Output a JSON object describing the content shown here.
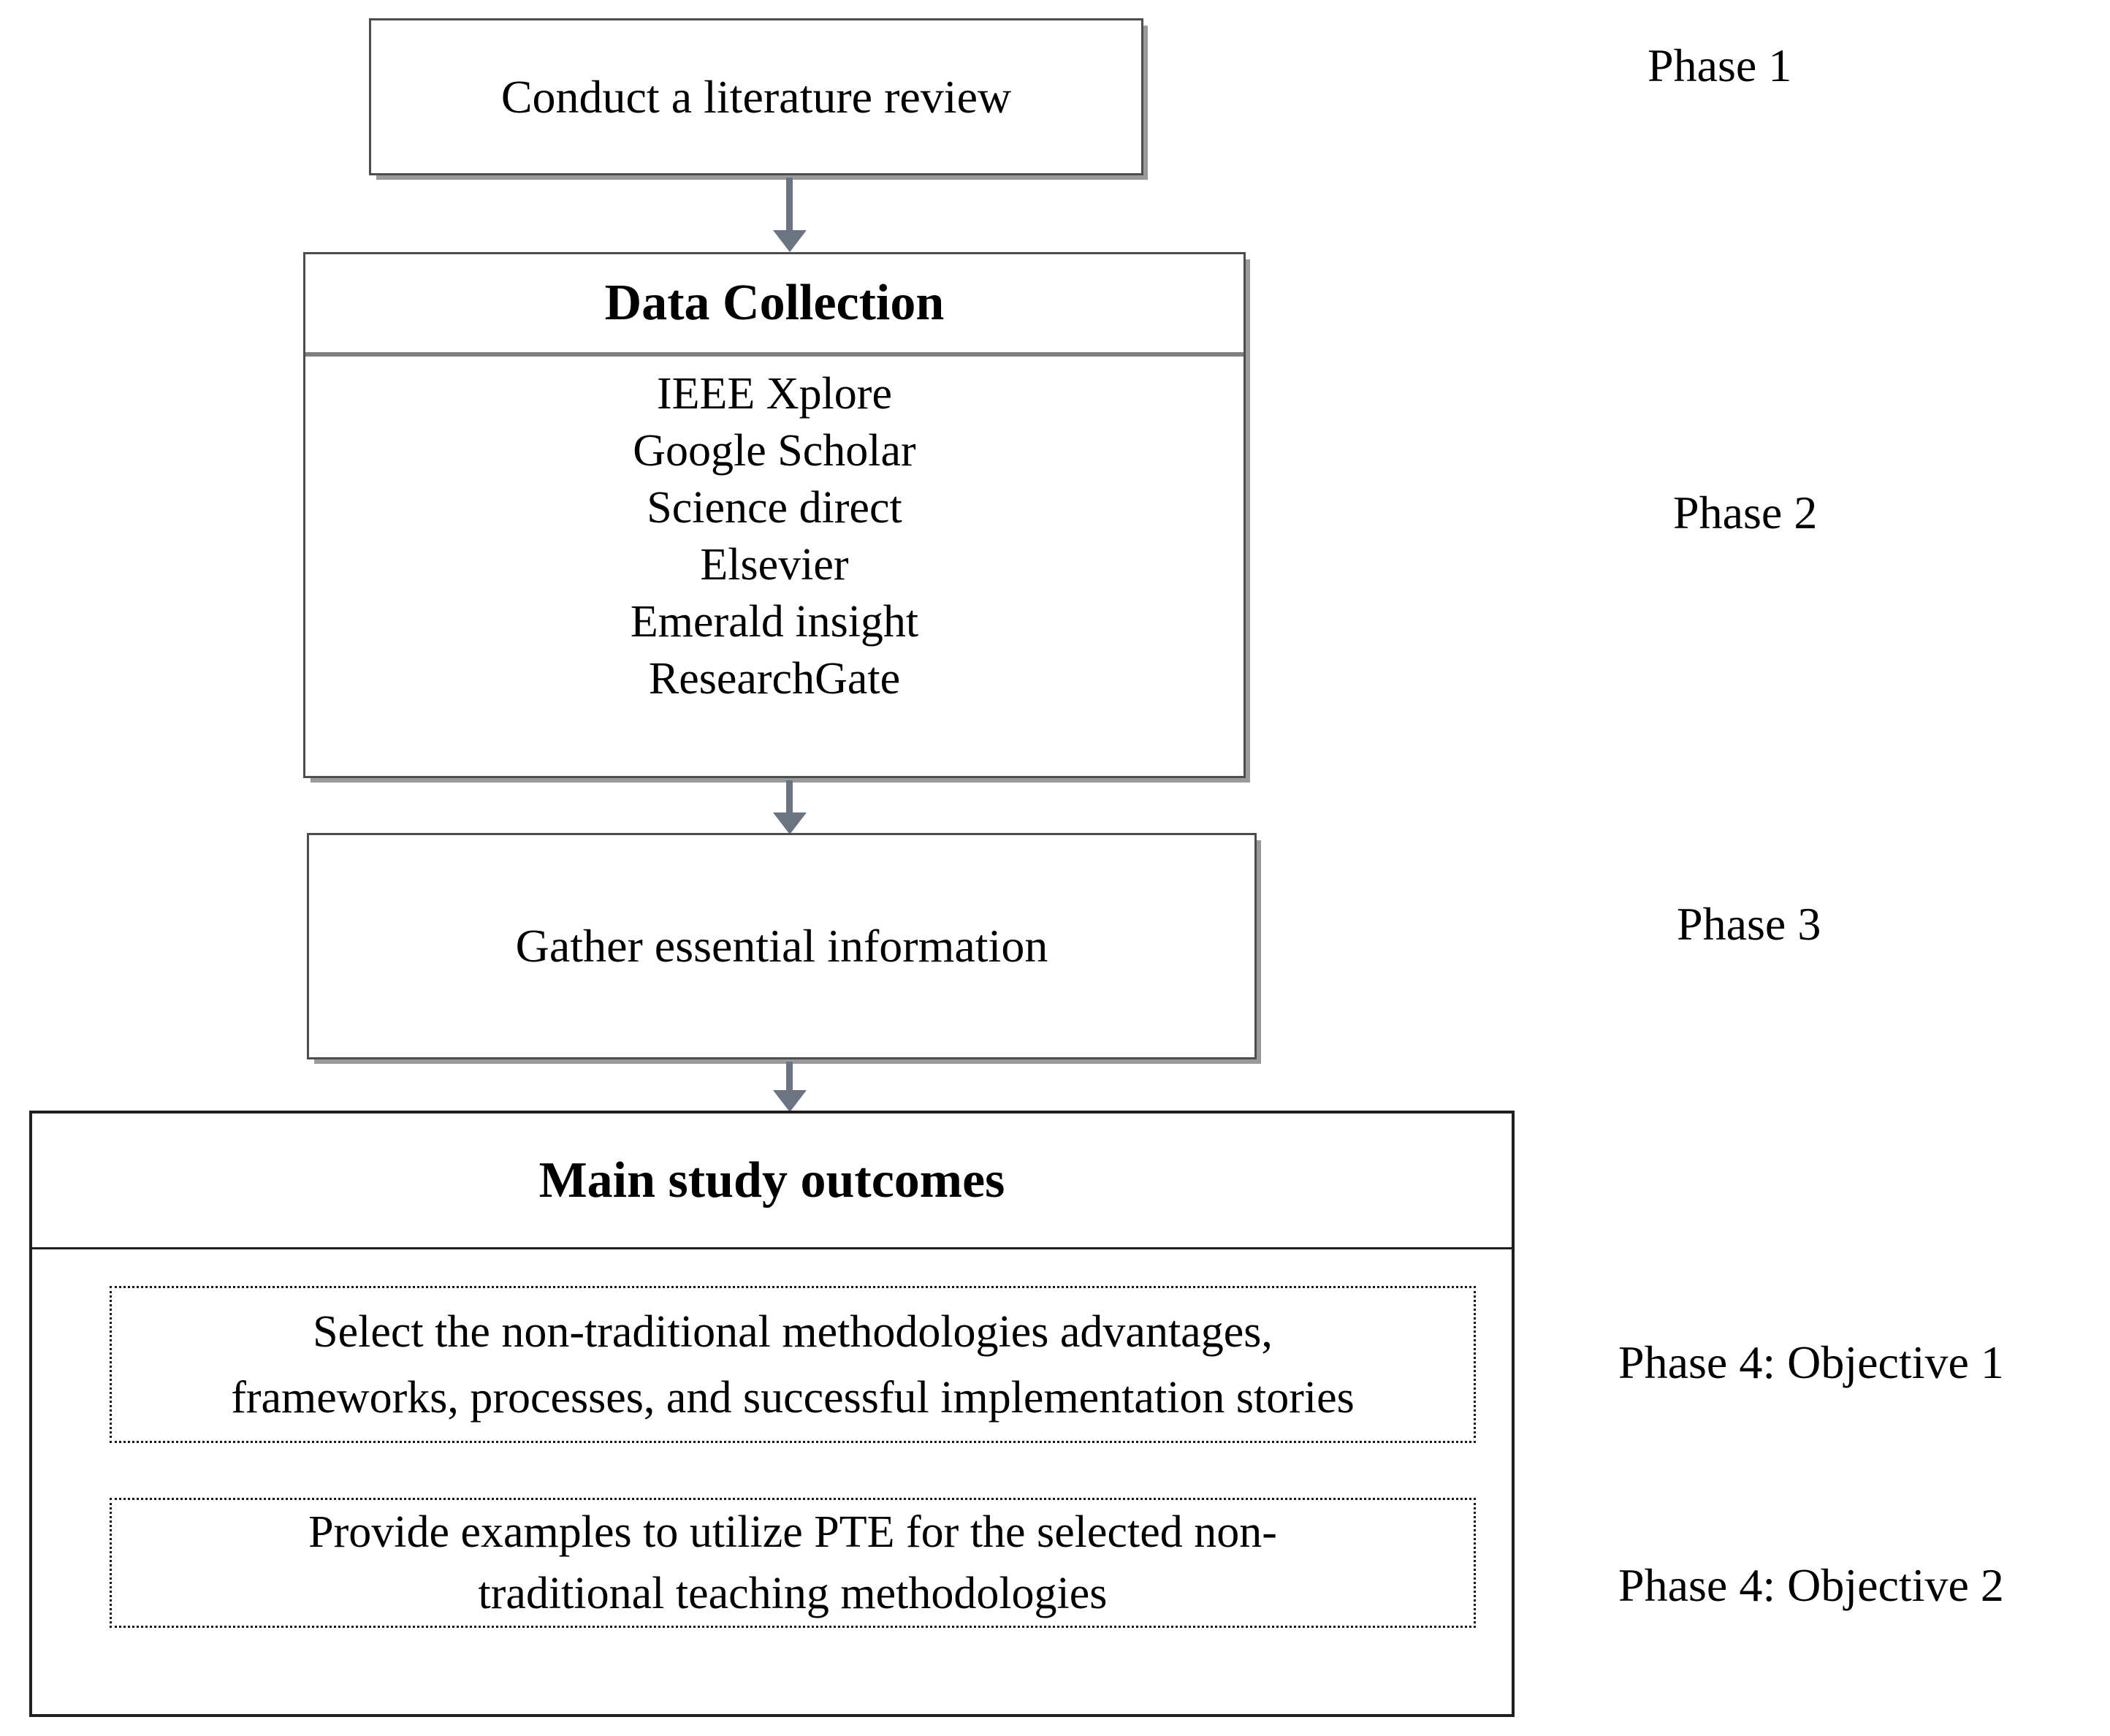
{
  "figure": {
    "boxes": {
      "literature_review": {
        "label": "Conduct a literature review"
      },
      "data_collection": {
        "title": "Data Collection",
        "sources": [
          "IEEE Xplore",
          "Google Scholar",
          "Science direct",
          "Elsevier",
          "Emerald insight",
          "ResearchGate"
        ]
      },
      "gather_info": {
        "label": "Gather essential information"
      },
      "outcomes": {
        "title": "Main study outcomes",
        "objective1_lines": [
          "Select the non-traditional methodologies advantages,",
          "frameworks, processes, and successful implementation stories"
        ],
        "objective2_lines": [
          "Provide examples to utilize PTE for the selected non-",
          "traditional teaching methodologies"
        ]
      }
    },
    "phase_labels": [
      "Phase 1",
      "Phase 2",
      "Phase 3",
      "Phase 4: Objective 1",
      "Phase 4: Objective 2"
    ],
    "colors": {
      "arrow": "#6b7480",
      "box_border": "#4d4d4d",
      "outer_box_border": "#1f1f1f",
      "divider_gray": "#808080",
      "shadow_gray": "#9a9a9a",
      "text": "#000000",
      "background": "#ffffff"
    }
  }
}
